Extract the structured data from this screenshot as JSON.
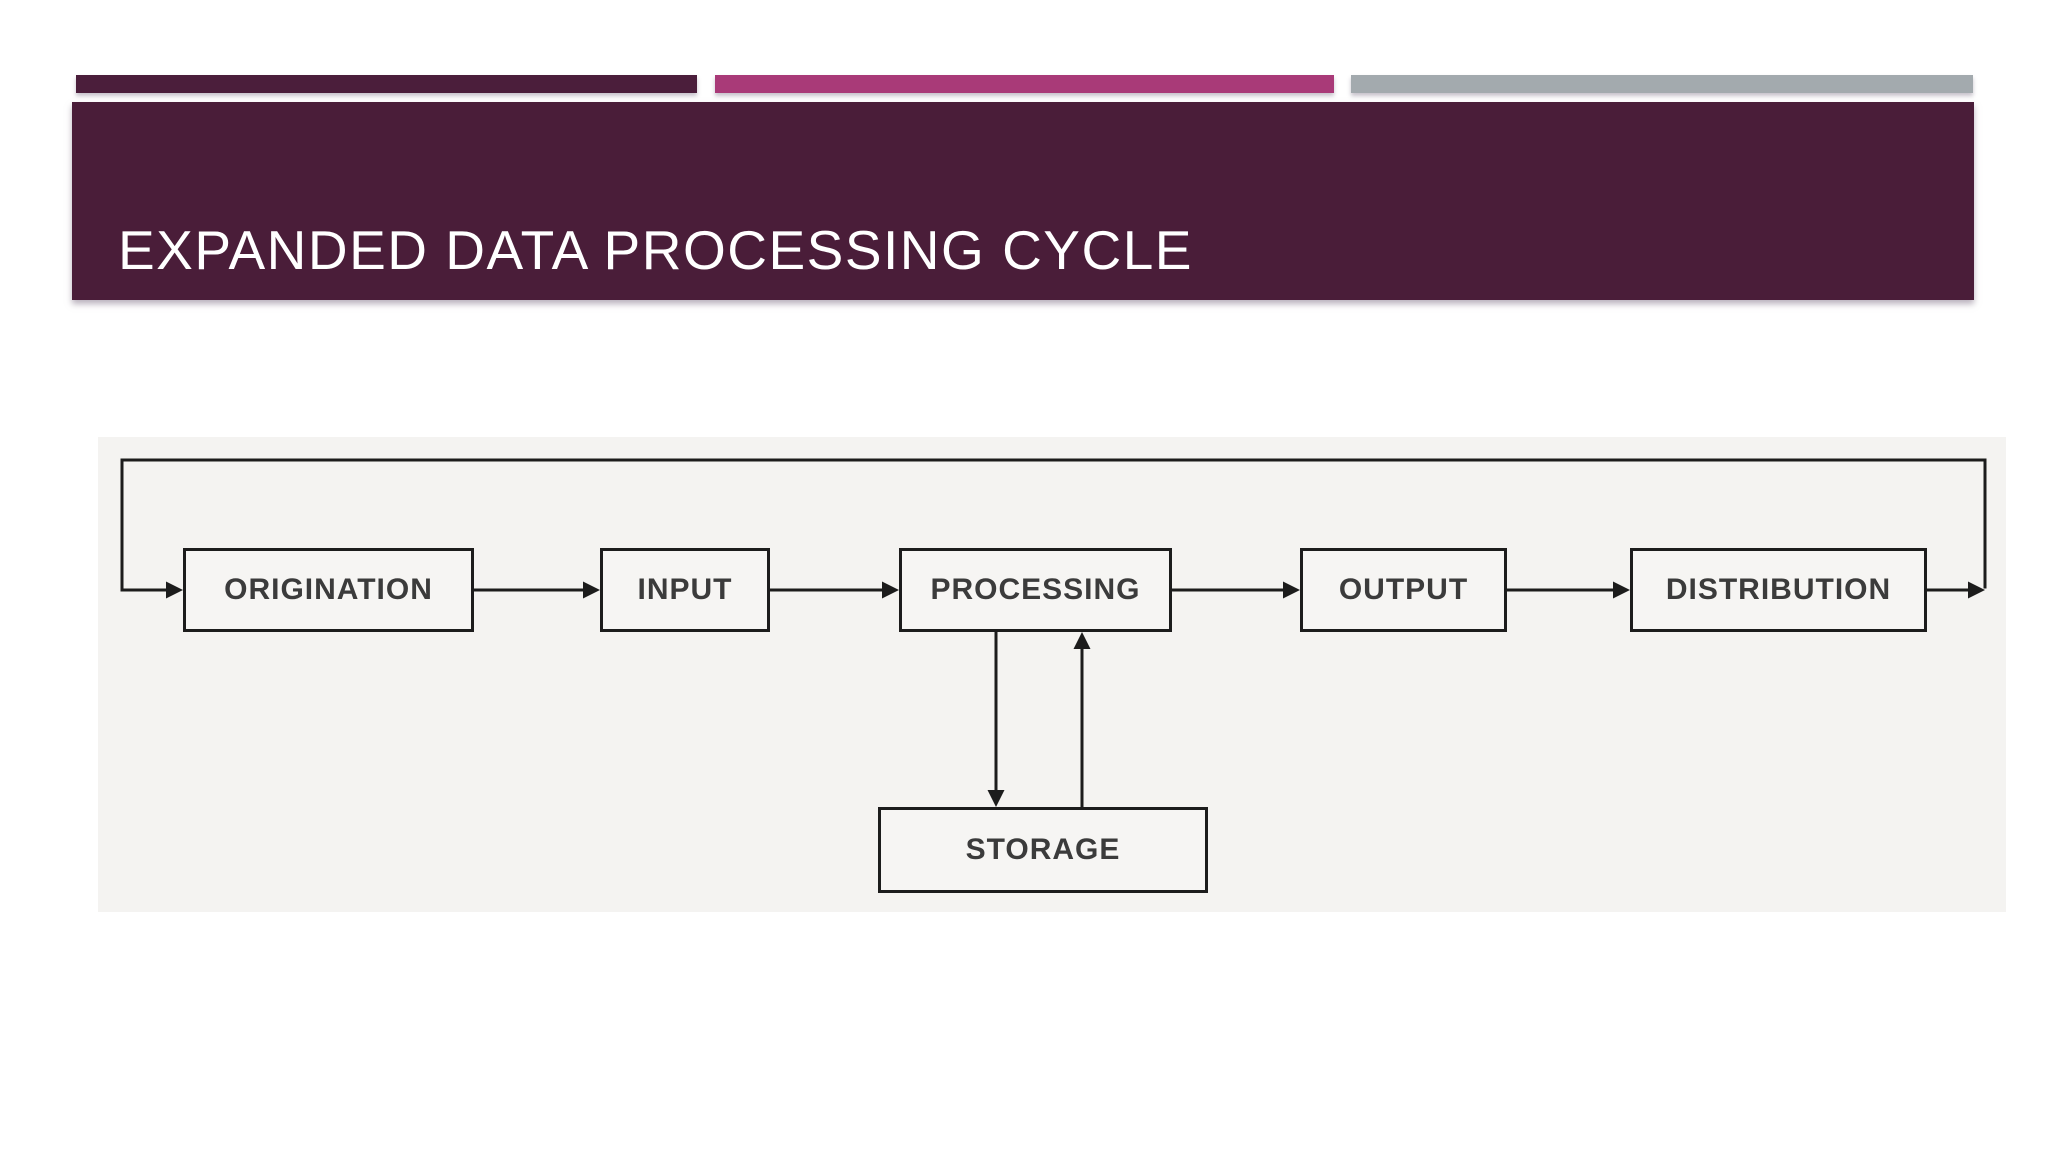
{
  "slide": {
    "title": "EXPANDED DATA PROCESSING CYCLE",
    "accent_bars": [
      {
        "name": "plum-bar",
        "color": "#4b1e3b"
      },
      {
        "name": "magenta-bar",
        "color": "#a93a78"
      },
      {
        "name": "gray-bar",
        "color": "#a3aaae"
      }
    ],
    "title_banner": {
      "background": "#4a1d39",
      "text_color": "#ffffff"
    }
  },
  "diagram": {
    "panel_background": "#f4f3f1",
    "node_fill": "#f6f5f3",
    "line_color": "#1c1c1c",
    "label_color": "#3b3b3b",
    "nodes": [
      {
        "id": "origination",
        "label": "ORIGINATION"
      },
      {
        "id": "input",
        "label": "INPUT"
      },
      {
        "id": "processing",
        "label": "PROCESSING"
      },
      {
        "id": "output",
        "label": "OUTPUT"
      },
      {
        "id": "distribution",
        "label": "DISTRIBUTION"
      },
      {
        "id": "storage",
        "label": "STORAGE"
      }
    ],
    "edges": [
      {
        "from": "origination",
        "to": "input"
      },
      {
        "from": "input",
        "to": "processing"
      },
      {
        "from": "processing",
        "to": "output"
      },
      {
        "from": "output",
        "to": "distribution"
      },
      {
        "from": "distribution",
        "to": "origination",
        "type": "feedback-loop"
      },
      {
        "from": "processing",
        "to": "storage"
      },
      {
        "from": "storage",
        "to": "processing"
      }
    ]
  }
}
